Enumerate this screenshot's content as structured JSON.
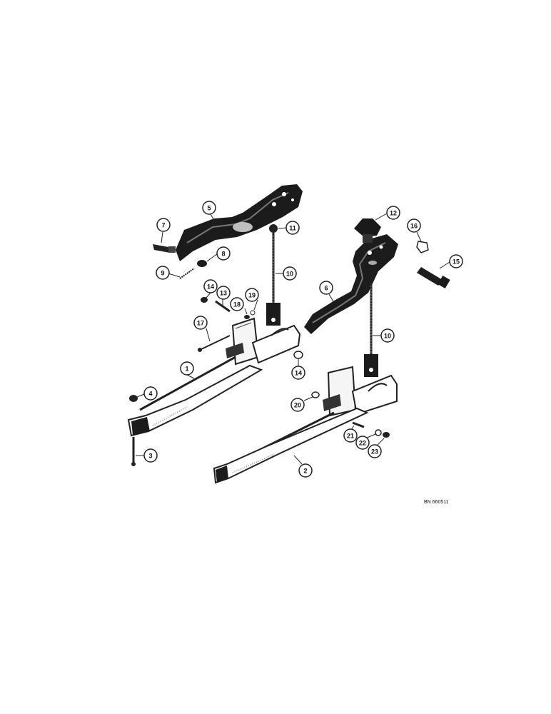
{
  "diagram": {
    "reference_code": "BN 660511",
    "callouts": [
      {
        "id": "c1",
        "label": "1"
      },
      {
        "id": "c2",
        "label": "2"
      },
      {
        "id": "c3",
        "label": "3"
      },
      {
        "id": "c4",
        "label": "4"
      },
      {
        "id": "c5",
        "label": "5"
      },
      {
        "id": "c6",
        "label": "6"
      },
      {
        "id": "c7",
        "label": "7"
      },
      {
        "id": "c8",
        "label": "8"
      },
      {
        "id": "c9",
        "label": "9"
      },
      {
        "id": "c10a",
        "label": "10"
      },
      {
        "id": "c10b",
        "label": "10"
      },
      {
        "id": "c11",
        "label": "11"
      },
      {
        "id": "c12",
        "label": "12"
      },
      {
        "id": "c13",
        "label": "13"
      },
      {
        "id": "c14a",
        "label": "14"
      },
      {
        "id": "c14b",
        "label": "14"
      },
      {
        "id": "c15",
        "label": "15"
      },
      {
        "id": "c16",
        "label": "16"
      },
      {
        "id": "c17",
        "label": "17"
      },
      {
        "id": "c18",
        "label": "18"
      },
      {
        "id": "c19",
        "label": "19"
      },
      {
        "id": "c20",
        "label": "20"
      },
      {
        "id": "c21",
        "label": "21"
      },
      {
        "id": "c22",
        "label": "22"
      },
      {
        "id": "c23",
        "label": "23"
      }
    ]
  }
}
